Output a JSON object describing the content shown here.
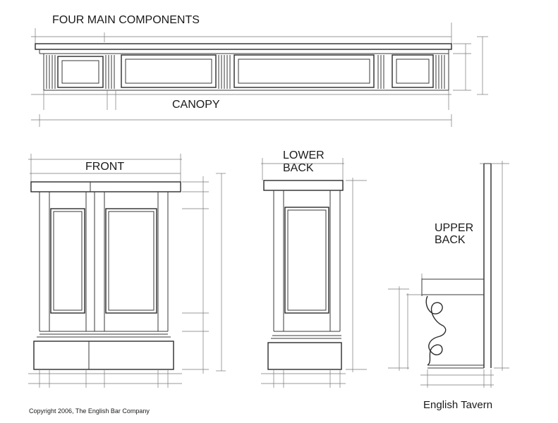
{
  "title": "FOUR MAIN COMPONENTS",
  "components": {
    "canopy": "CANOPY",
    "front": "FRONT",
    "lower_back_1": "LOWER",
    "lower_back_2": "BACK",
    "upper_back_1": "UPPER",
    "upper_back_2": "BACK"
  },
  "footer": {
    "copyright": "Copyright 2006, The English Bar Company",
    "style_name": "English Tavern"
  }
}
